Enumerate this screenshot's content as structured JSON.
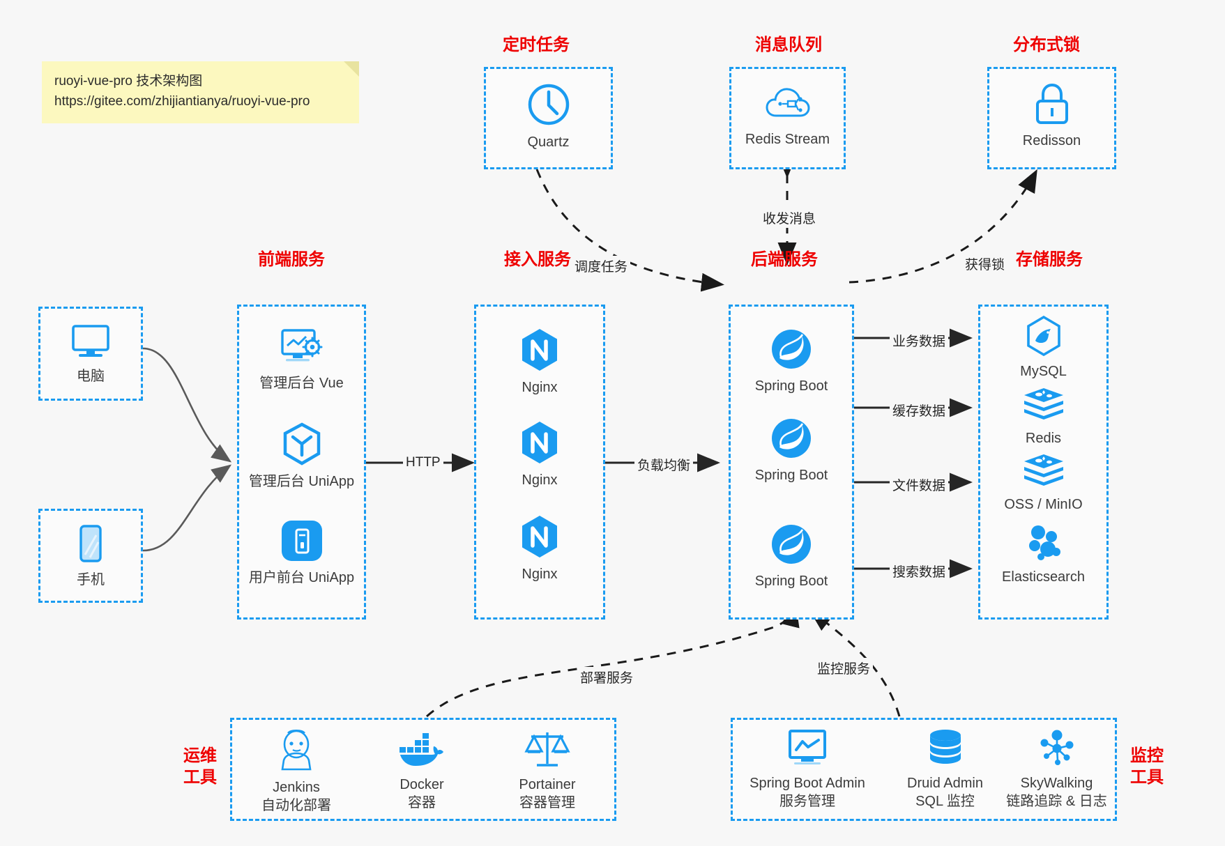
{
  "note": {
    "line1": "ruoyi-vue-pro 技术架构图",
    "line2": "https://gitee.com/zhijiantianya/ruoyi-vue-pro"
  },
  "colors": {
    "accent_blue": "#1a9bf0",
    "title_red": "#ee0000",
    "canvas_bg": "#f7f7f7",
    "note_bg": "#fcf8bf",
    "arrow_dark": "#262626",
    "curve_gray": "#5a5a5a"
  },
  "groups": {
    "scheduled_task": {
      "title": "定时任务",
      "nodes": [
        {
          "label": "Quartz",
          "icon": "clock-icon"
        }
      ]
    },
    "message_queue": {
      "title": "消息队列",
      "nodes": [
        {
          "label": "Redis Stream",
          "icon": "cloud-stream-icon"
        }
      ]
    },
    "distributed_lock": {
      "title": "分布式锁",
      "nodes": [
        {
          "label": "Redisson",
          "icon": "lock-icon"
        }
      ]
    },
    "clients": {
      "nodes": [
        {
          "label": "电脑",
          "icon": "desktop-monitor-icon"
        },
        {
          "label": "手机",
          "icon": "mobile-phone-icon"
        }
      ]
    },
    "frontend": {
      "title": "前端服务",
      "nodes": [
        {
          "label": "管理后台 Vue",
          "icon": "dashboard-gear-icon"
        },
        {
          "label": "管理后台 UniApp",
          "icon": "cube-hexagon-icon"
        },
        {
          "label": "用户前台 UniApp",
          "icon": "app-tile-icon"
        }
      ]
    },
    "gateway": {
      "title": "接入服务",
      "nodes": [
        {
          "label": "Nginx",
          "icon": "nginx-icon"
        },
        {
          "label": "Nginx",
          "icon": "nginx-icon"
        },
        {
          "label": "Nginx",
          "icon": "nginx-icon"
        }
      ]
    },
    "backend": {
      "title": "后端服务",
      "nodes": [
        {
          "label": "Spring Boot",
          "icon": "spring-boot-icon"
        },
        {
          "label": "Spring Boot",
          "icon": "spring-boot-icon"
        },
        {
          "label": "Spring Boot",
          "icon": "spring-boot-icon"
        }
      ]
    },
    "storage": {
      "title": "存储服务",
      "nodes": [
        {
          "label": "MySQL",
          "icon": "mysql-icon"
        },
        {
          "label": "Redis",
          "icon": "redis-icon"
        },
        {
          "label": "OSS / MinIO",
          "icon": "oss-minio-icon"
        },
        {
          "label": "Elasticsearch",
          "icon": "elasticsearch-icon"
        }
      ]
    },
    "devops": {
      "title": "运维\n工具",
      "title_line1": "运维",
      "title_line2": "工具",
      "nodes": [
        {
          "label": "Jenkins",
          "sublabel": "自动化部署",
          "icon": "jenkins-icon"
        },
        {
          "label": "Docker",
          "sublabel": "容器",
          "icon": "docker-icon"
        },
        {
          "label": "Portainer",
          "sublabel": "容器管理",
          "icon": "portainer-scales-icon"
        }
      ]
    },
    "monitoring": {
      "title_line1": "监控",
      "title_line2": "工具",
      "nodes": [
        {
          "label": "Spring Boot Admin",
          "sublabel": "服务管理",
          "icon": "monitor-chart-icon"
        },
        {
          "label": "Druid Admin",
          "sublabel": "SQL 监控",
          "icon": "database-icon"
        },
        {
          "label": "SkyWalking",
          "sublabel": "链路追踪 & 日志",
          "icon": "skywalking-icon"
        }
      ]
    }
  },
  "edges": [
    {
      "name": "client-to-frontend",
      "label": ""
    },
    {
      "name": "frontend-to-gateway",
      "label": "HTTP"
    },
    {
      "name": "gateway-to-backend",
      "label": "负载均衡"
    },
    {
      "name": "quartz-to-backend",
      "label": "调度任务"
    },
    {
      "name": "backend-to-redis-stream",
      "label": "收发消息"
    },
    {
      "name": "backend-to-redisson",
      "label": "获得锁"
    },
    {
      "name": "backend-to-mysql",
      "label": "业务数据"
    },
    {
      "name": "backend-to-redis",
      "label": "缓存数据"
    },
    {
      "name": "backend-to-oss",
      "label": "文件数据"
    },
    {
      "name": "backend-to-elasticsearch",
      "label": "搜索数据"
    },
    {
      "name": "devops-to-backend",
      "label": "部署服务"
    },
    {
      "name": "monitoring-to-backend",
      "label": "监控服务"
    }
  ]
}
